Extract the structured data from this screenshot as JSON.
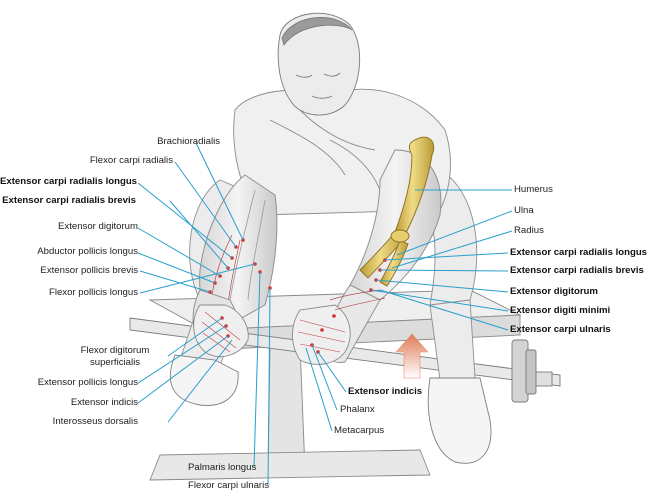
{
  "colors": {
    "leader": "#2a9fcd",
    "bone": "#e8cf6d",
    "bone_shadow": "#b99a35",
    "muscle_dot": "#d93030",
    "sketch": "#8a8a8a",
    "arrow": "#e07a55"
  },
  "labels": {
    "left": {
      "brachioradialis": "Brachioradialis",
      "flexor_carpi_radialis": "Flexor carpi radialis",
      "ext_carpi_radialis_longus": "Extensor carpi radialis longus",
      "ext_carpi_radialis_brevis": "Extensor carpi radialis brevis",
      "extensor_digitorum": "Extensor digitorum",
      "abductor_pollicis_longus": "Abductor pollicis longus",
      "extensor_pollicis_brevis": "Extensor pollicis brevis",
      "flexor_pollicis_longus": "Flexor pollicis longus",
      "flexor_digitorum_sup_1": "Flexor digitorum",
      "flexor_digitorum_sup_2": "superficialis",
      "extensor_pollicis_longus": "Extensor pollicis longus",
      "extensor_indicis": "Extensor indicis",
      "interosseus_dorsalis": "Interosseus dorsalis"
    },
    "bottom": {
      "palmaris_longus": "Palmaris longus",
      "flexor_carpi_ulnaris": "Flexor carpi ulnaris"
    },
    "center": {
      "extensor_indicis": "Extensor indicis",
      "phalanx": "Phalanx",
      "metacarpus": "Metacarpus"
    },
    "right": {
      "humerus": "Humerus",
      "ulna": "Ulna",
      "radius": "Radius",
      "ext_carpi_radialis_longus": "Extensor carpi radialis longus",
      "ext_carpi_radialis_brevis": "Extensor carpi radialis brevis",
      "extensor_digitorum": "Extensor digitorum",
      "extensor_digiti_minimi": "Extensor digiti minimi",
      "extensor_carpi_ulnaris": "Extensor carpi ulnaris"
    }
  }
}
